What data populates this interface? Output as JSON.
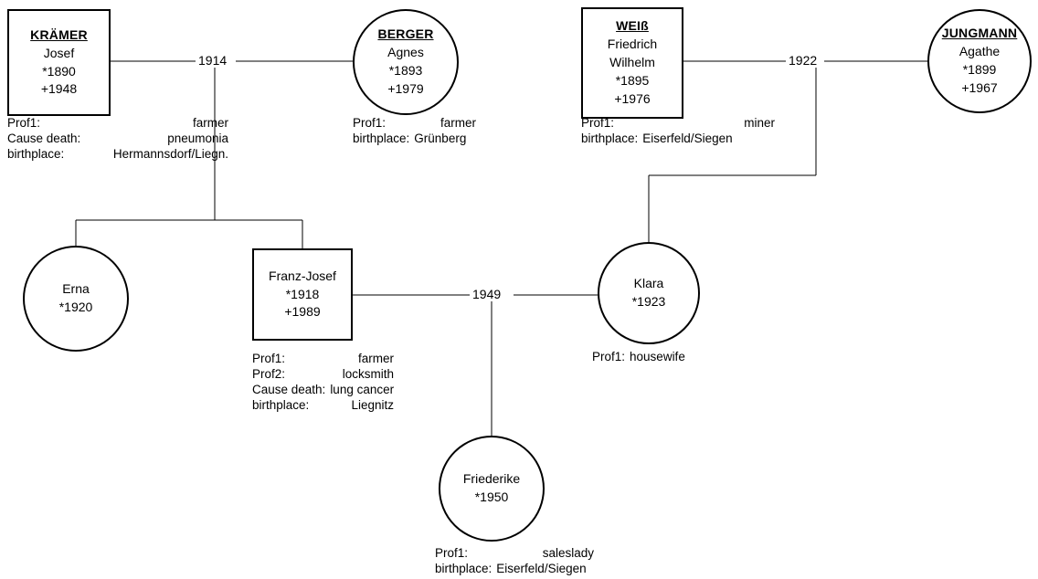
{
  "chart": {
    "type": "genealogy-pedigree-diagram",
    "title": "",
    "background_color": "#ffffff",
    "line_color": "#000000",
    "text_color": "#000000"
  },
  "persons": [
    {
      "id": "josef",
      "shape": "box",
      "surname": "KRÄMER",
      "given": "Josef",
      "birth": "*1890",
      "death": "+1948",
      "annotations": [
        {
          "key": "Prof1:",
          "value": "farmer"
        },
        {
          "key": "Cause death:",
          "value": "pneumonia"
        },
        {
          "key": "birthplace:",
          "value": "Hermannsdorf/Liegn."
        }
      ]
    },
    {
      "id": "agnes",
      "shape": "circle",
      "surname": "BERGER",
      "given": "Agnes",
      "birth": "*1893",
      "death": "+1979",
      "annotations": [
        {
          "key": "Prof1:",
          "value": "farmer"
        },
        {
          "key": "birthplace:",
          "value": "Grünberg"
        }
      ]
    },
    {
      "id": "friedrich",
      "shape": "box",
      "surname": "WEIß",
      "given": "Friedrich",
      "given2": "Wilhelm",
      "birth": "*1895",
      "death": "+1976",
      "annotations": [
        {
          "key": "Prof1:",
          "value": "miner"
        },
        {
          "key": "birthplace:",
          "value": "Eiserfeld/Siegen"
        }
      ]
    },
    {
      "id": "agathe",
      "shape": "circle",
      "surname": "JUNGMANN",
      "given": "Agathe",
      "birth": "*1899",
      "death": "+1967",
      "annotations": []
    },
    {
      "id": "erna",
      "shape": "circle",
      "surname": "",
      "given": "Erna",
      "birth": "*1920",
      "death": "",
      "annotations": []
    },
    {
      "id": "franz-josef",
      "shape": "box",
      "surname": "",
      "given": "Franz-Josef",
      "birth": "*1918",
      "death": "+1989",
      "annotations": [
        {
          "key": "Prof1:",
          "value": "farmer"
        },
        {
          "key": "Prof2:",
          "value": "locksmith"
        },
        {
          "key": "Cause death:",
          "value": "lung cancer"
        },
        {
          "key": "birthplace:",
          "value": "Liegnitz"
        }
      ]
    },
    {
      "id": "klara",
      "shape": "circle",
      "surname": "",
      "given": "Klara",
      "birth": "*1923",
      "death": "",
      "annotations": [
        {
          "key": "Prof1:",
          "value": "housewife"
        }
      ]
    },
    {
      "id": "friederike",
      "shape": "circle",
      "surname": "",
      "given": "Friederike",
      "birth": "*1950",
      "death": "",
      "annotations": [
        {
          "key": "Prof1:",
          "value": "saleslady"
        },
        {
          "key": "birthplace:",
          "value": "Eiserfeld/Siegen"
        }
      ]
    }
  ],
  "marriages": [
    {
      "id": "m1914",
      "year": "1914",
      "spouses": [
        "josef",
        "agnes"
      ],
      "children": [
        "erna",
        "franz-josef"
      ]
    },
    {
      "id": "m1922",
      "year": "1922",
      "spouses": [
        "friedrich",
        "agathe"
      ],
      "children": [
        "klara"
      ]
    },
    {
      "id": "m1949",
      "year": "1949",
      "spouses": [
        "franz-josef",
        "klara"
      ],
      "children": [
        "friederike"
      ]
    }
  ]
}
